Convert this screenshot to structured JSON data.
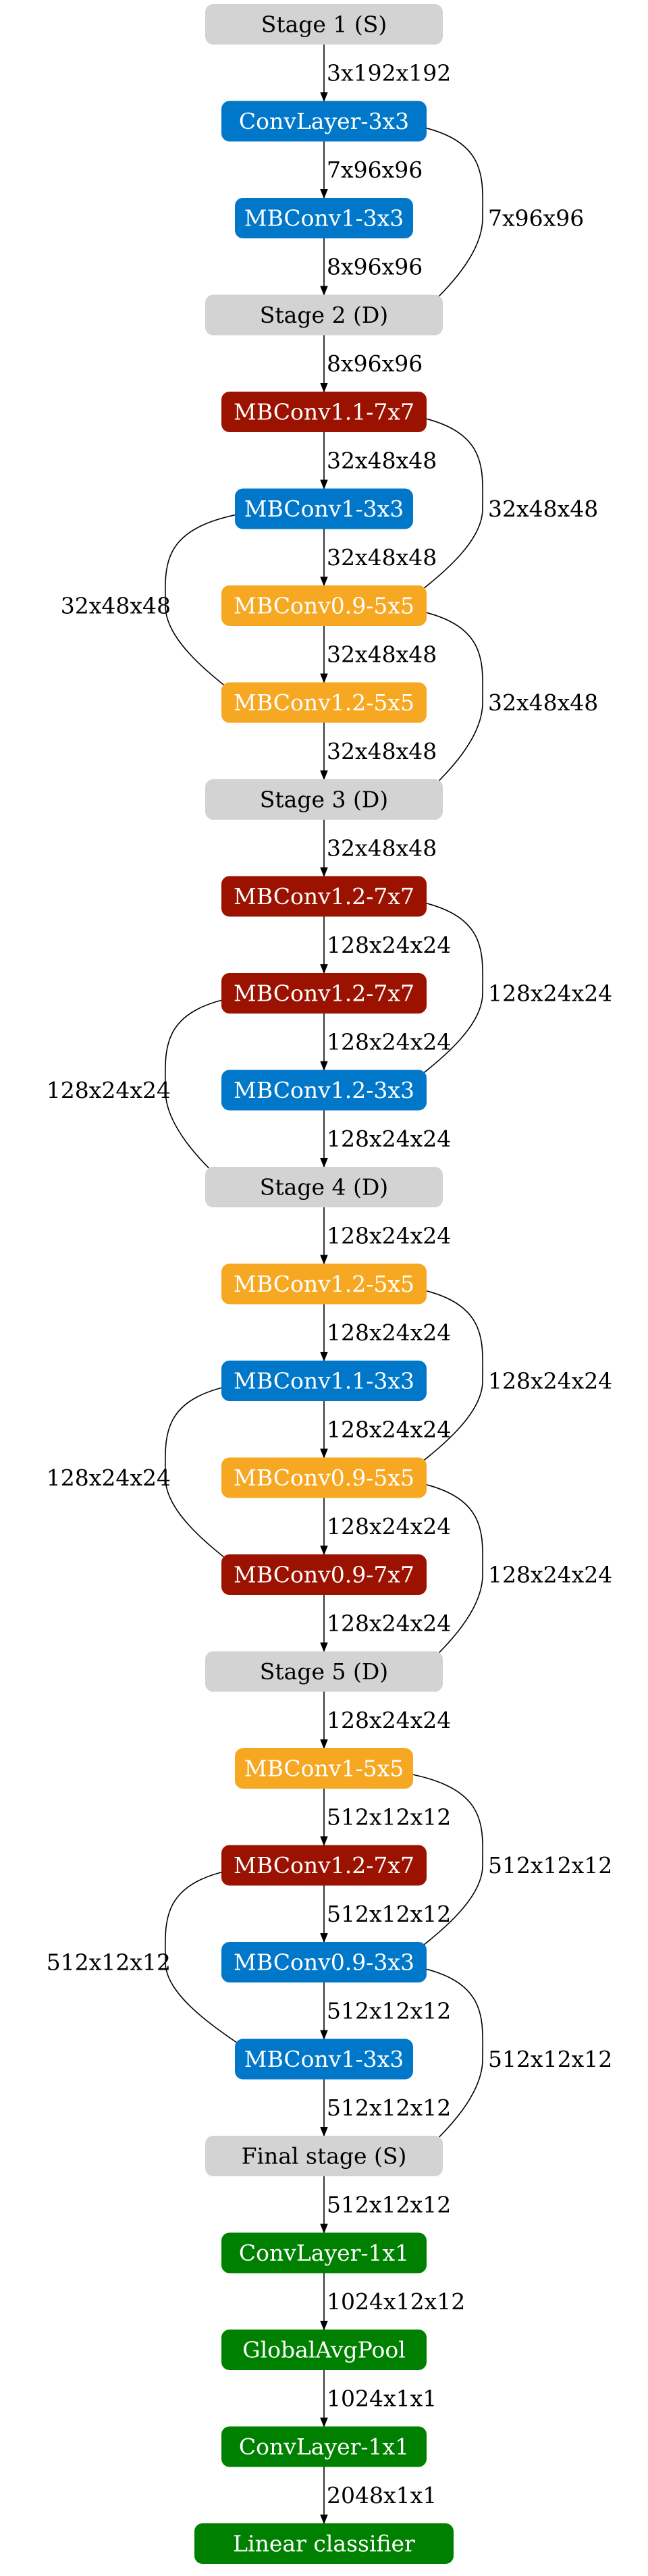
{
  "colors": {
    "stage": "#d3d3d3",
    "blue": "#0077c8",
    "red": "#9b1200",
    "orange": "#f7a823",
    "green": "#008000",
    "stage_text": "#000000",
    "node_text": "#ffffff",
    "edge": "#000000"
  },
  "nodes": [
    {
      "id": "stage1",
      "label": "Stage 1 (S)",
      "kind": "stage"
    },
    {
      "id": "conv1",
      "label": "ConvLayer-3x3",
      "kind": "blue"
    },
    {
      "id": "s1b",
      "label": "MBConv1-3x3",
      "kind": "blue"
    },
    {
      "id": "stage2",
      "label": "Stage 2 (D)",
      "kind": "stage"
    },
    {
      "id": "s2a",
      "label": "MBConv1.1-7x7",
      "kind": "red"
    },
    {
      "id": "s2b",
      "label": "MBConv1-3x3",
      "kind": "blue"
    },
    {
      "id": "s2c",
      "label": "MBConv0.9-5x5",
      "kind": "orange"
    },
    {
      "id": "s2d",
      "label": "MBConv1.2-5x5",
      "kind": "orange"
    },
    {
      "id": "stage3",
      "label": "Stage 3 (D)",
      "kind": "stage"
    },
    {
      "id": "s3a",
      "label": "MBConv1.2-7x7",
      "kind": "red"
    },
    {
      "id": "s3b",
      "label": "MBConv1.2-7x7",
      "kind": "red"
    },
    {
      "id": "s3c",
      "label": "MBConv1.2-3x3",
      "kind": "blue"
    },
    {
      "id": "stage4",
      "label": "Stage 4 (D)",
      "kind": "stage"
    },
    {
      "id": "s4a",
      "label": "MBConv1.2-5x5",
      "kind": "orange"
    },
    {
      "id": "s4b",
      "label": "MBConv1.1-3x3",
      "kind": "blue"
    },
    {
      "id": "s4c",
      "label": "MBConv0.9-5x5",
      "kind": "orange"
    },
    {
      "id": "s4d",
      "label": "MBConv0.9-7x7",
      "kind": "red"
    },
    {
      "id": "stage5",
      "label": "Stage 5 (D)",
      "kind": "stage"
    },
    {
      "id": "s5a",
      "label": "MBConv1-5x5",
      "kind": "orange"
    },
    {
      "id": "s5b",
      "label": "MBConv1.2-7x7",
      "kind": "red"
    },
    {
      "id": "s5c",
      "label": "MBConv0.9-3x3",
      "kind": "blue"
    },
    {
      "id": "s5d",
      "label": "MBConv1-3x3",
      "kind": "blue"
    },
    {
      "id": "final",
      "label": "Final stage (S)",
      "kind": "stage"
    },
    {
      "id": "f1",
      "label": "ConvLayer-1x1",
      "kind": "green"
    },
    {
      "id": "f2",
      "label": "GlobalAvgPool",
      "kind": "green"
    },
    {
      "id": "f3",
      "label": "ConvLayer-1x1",
      "kind": "green"
    },
    {
      "id": "f4",
      "label": "Linear classifier",
      "kind": "green"
    }
  ],
  "edges": [
    {
      "from": "stage1",
      "to": "conv1",
      "label": "3x192x192"
    },
    {
      "from": "conv1",
      "to": "s1b",
      "label": "7x96x96"
    },
    {
      "from": "conv1",
      "to": "stage2",
      "label": "7x96x96"
    },
    {
      "from": "s1b",
      "to": "stage2",
      "label": "8x96x96"
    },
    {
      "from": "stage2",
      "to": "s2a",
      "label": "8x96x96"
    },
    {
      "from": "s2a",
      "to": "s2b",
      "label": "32x48x48"
    },
    {
      "from": "s2a",
      "to": "s2c",
      "label": "32x48x48"
    },
    {
      "from": "s2b",
      "to": "s2c",
      "label": "32x48x48"
    },
    {
      "from": "s2b",
      "to": "s2d",
      "label": "32x48x48"
    },
    {
      "from": "s2c",
      "to": "s2d",
      "label": "32x48x48"
    },
    {
      "from": "s2c",
      "to": "stage3",
      "label": "32x48x48"
    },
    {
      "from": "s2d",
      "to": "stage3",
      "label": "32x48x48"
    },
    {
      "from": "stage3",
      "to": "s3a",
      "label": "32x48x48"
    },
    {
      "from": "s3a",
      "to": "s3b",
      "label": "128x24x24"
    },
    {
      "from": "s3a",
      "to": "s3c",
      "label": "128x24x24"
    },
    {
      "from": "s3b",
      "to": "s3c",
      "label": "128x24x24"
    },
    {
      "from": "s3b",
      "to": "stage4",
      "label": "128x24x24"
    },
    {
      "from": "s3c",
      "to": "stage4",
      "label": "128x24x24"
    },
    {
      "from": "stage4",
      "to": "s4a",
      "label": "128x24x24"
    },
    {
      "from": "s4a",
      "to": "s4b",
      "label": "128x24x24"
    },
    {
      "from": "s4a",
      "to": "s4c",
      "label": "128x24x24"
    },
    {
      "from": "s4b",
      "to": "s4c",
      "label": "128x24x24"
    },
    {
      "from": "s4b",
      "to": "s4d",
      "label": "128x24x24"
    },
    {
      "from": "s4c",
      "to": "s4d",
      "label": "128x24x24"
    },
    {
      "from": "s4c",
      "to": "stage5",
      "label": "128x24x24"
    },
    {
      "from": "s4d",
      "to": "stage5",
      "label": "128x24x24"
    },
    {
      "from": "stage5",
      "to": "s5a",
      "label": "128x24x24"
    },
    {
      "from": "s5a",
      "to": "s5b",
      "label": "512x12x12"
    },
    {
      "from": "s5a",
      "to": "s5c",
      "label": "512x12x12"
    },
    {
      "from": "s5b",
      "to": "s5c",
      "label": "512x12x12"
    },
    {
      "from": "s5b",
      "to": "s5d",
      "label": "512x12x12"
    },
    {
      "from": "s5c",
      "to": "s5d",
      "label": "512x12x12"
    },
    {
      "from": "s5c",
      "to": "final",
      "label": "512x12x12"
    },
    {
      "from": "s5d",
      "to": "final",
      "label": "512x12x12"
    },
    {
      "from": "final",
      "to": "f1",
      "label": "512x12x12"
    },
    {
      "from": "f1",
      "to": "f2",
      "label": "1024x12x12"
    },
    {
      "from": "f2",
      "to": "f3",
      "label": "1024x1x1"
    },
    {
      "from": "f3",
      "to": "f4",
      "label": "2048x1x1"
    }
  ]
}
